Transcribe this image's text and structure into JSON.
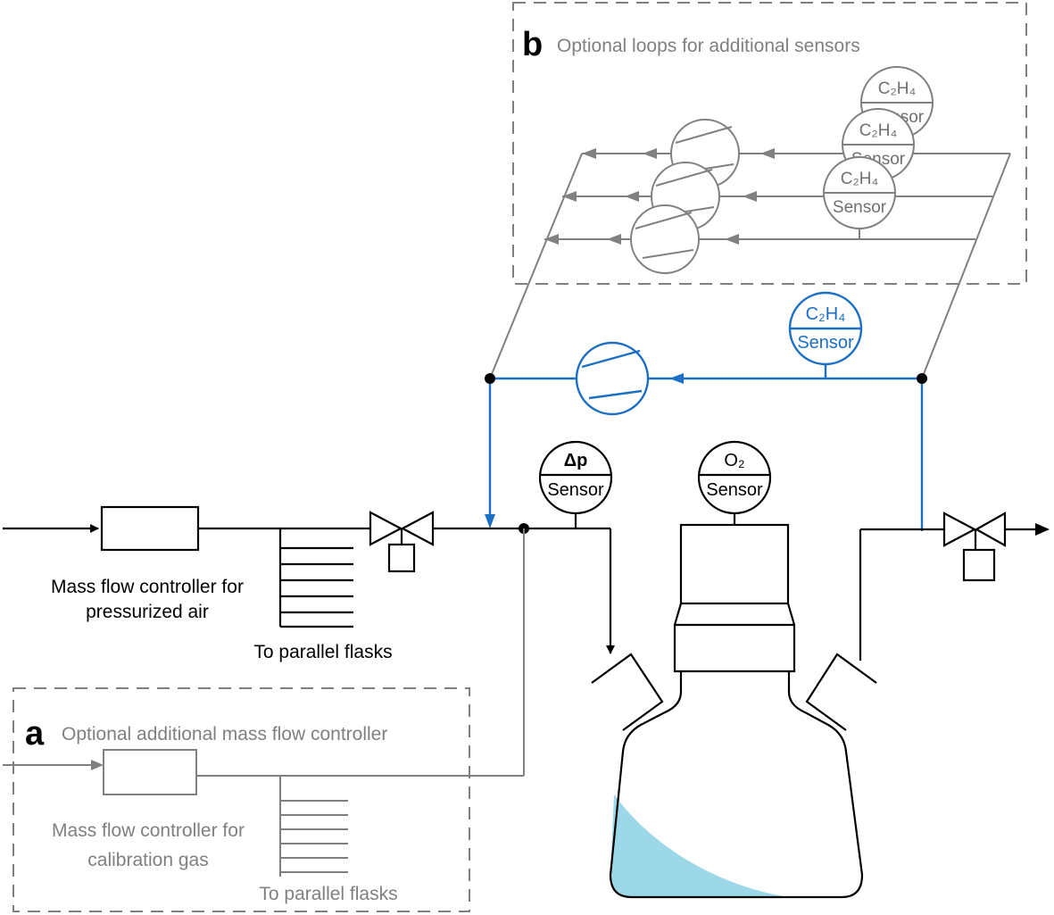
{
  "panel_b": {
    "letter": "b",
    "title": "Optional loops for additional sensors",
    "sensor_formula": "C₂H₄",
    "sensor_label": "Sensor"
  },
  "loop": {
    "sensor_formula": "C₂H₄",
    "sensor_label": "Sensor"
  },
  "dp_sensor": {
    "top": "Δp",
    "label": "Sensor"
  },
  "o2_sensor": {
    "top": "O₂",
    "label": "Sensor"
  },
  "mfc_air": {
    "line1": "Mass flow controller for",
    "line2": "pressurized air",
    "parallel": "To parallel flasks"
  },
  "panel_a": {
    "letter": "a",
    "title": "Optional additional mass flow controller",
    "line1": "Mass flow controller for",
    "line2": "calibration gas",
    "parallel": "To parallel flasks"
  },
  "colors": {
    "main_line": "#000000",
    "optional_line": "#808080",
    "loop_line": "#1c6fc4",
    "liquid": "#9dd8e8"
  },
  "icons": [
    "pump-icon",
    "valve-icon",
    "arrow-icon",
    "flask-icon",
    "mass-flow-controller-icon",
    "sensor-icon"
  ]
}
